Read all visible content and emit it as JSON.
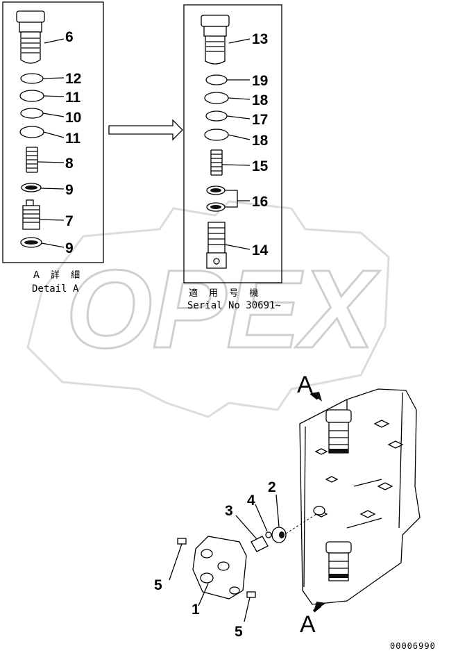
{
  "watermark": "OPEX",
  "detail_a": {
    "caption_jp": "A 詳 細",
    "caption_en": "Detail A",
    "labels": [
      "6",
      "12",
      "11",
      "10",
      "11",
      "8",
      "9",
      "7",
      "9"
    ]
  },
  "serial_box": {
    "caption_jp": "適 用 号 機",
    "caption_en": "Serial No 30691~",
    "labels": [
      "13",
      "19",
      "18",
      "17",
      "18",
      "15",
      "16",
      "14"
    ]
  },
  "assembly": {
    "view_mark_top": "A",
    "view_mark_bottom": "A",
    "labels": [
      "2",
      "4",
      "3",
      "5",
      "1",
      "5"
    ]
  },
  "diagram_code": "00006990"
}
